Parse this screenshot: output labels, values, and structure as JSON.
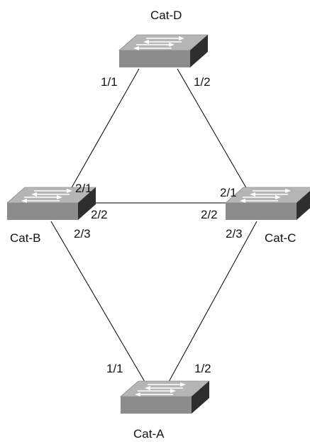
{
  "switches": {
    "cat_d": {
      "name": "Cat-D"
    },
    "cat_b": {
      "name": "Cat-B"
    },
    "cat_c": {
      "name": "Cat-C"
    },
    "cat_a": {
      "name": "Cat-A"
    }
  },
  "ports": {
    "d_1_1": "1/1",
    "d_1_2": "1/2",
    "b_2_1": "2/1",
    "b_2_2": "2/2",
    "b_2_3": "2/3",
    "c_2_1": "2/1",
    "c_2_2": "2/2",
    "c_2_3": "2/3",
    "a_1_1": "1/1",
    "a_1_2": "1/2"
  },
  "colors": {
    "switch_top": "#b5b5b5",
    "switch_front": "#8c8c8c",
    "switch_side": "#2e2e2e",
    "arrow": "#ffffff",
    "link": "#000000"
  }
}
